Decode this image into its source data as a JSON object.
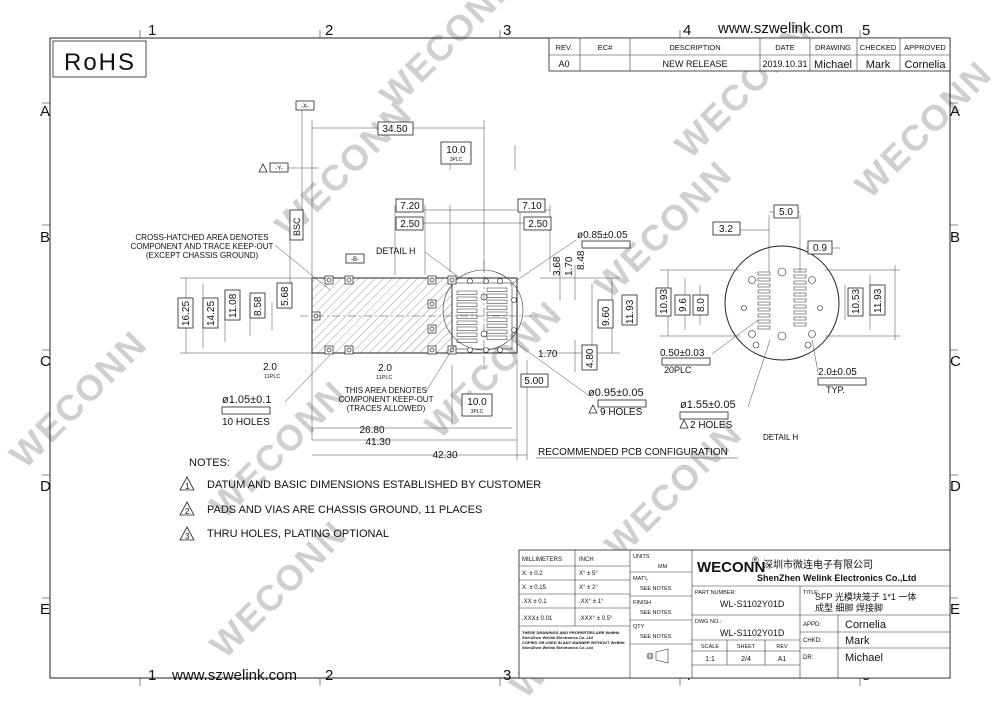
{
  "border": {
    "col_labels": [
      "1",
      "2",
      "3",
      "4",
      "5"
    ],
    "row_labels": [
      "A",
      "B",
      "C",
      "D",
      "E"
    ],
    "website_top": "www.szwelink.com",
    "website_bottom": "www.szwelink.com"
  },
  "rohs": "RoHS",
  "watermark": "WECONN",
  "revision": {
    "headers": [
      "REV.",
      "EC#",
      "DESCRIPTION",
      "DATE",
      "DRAWING",
      "CHECKED",
      "APPROVED"
    ],
    "row": [
      "A0",
      "",
      "NEW RELEASE",
      "2019.10.31",
      "Michael",
      "Mark",
      "Cornelia"
    ]
  },
  "dims": {
    "d3450": "34.50",
    "d100a": "10.0",
    "d100a_sub": "3PLC",
    "bsc": "BSC",
    "d720": "7.20",
    "d250a": "2.50",
    "d710": "7.10",
    "d250b": "2.50",
    "d1625": "16.25",
    "d1425": "14.25",
    "d1108": "11.08",
    "d858": "8.58",
    "d568": "5.68",
    "d368": "3.68",
    "d170a": "1.70",
    "d848": "8.48",
    "d960a": "9.60",
    "d1193a": "11.93",
    "d170b": "1.70",
    "d480": "4.80",
    "d500": "5.00",
    "d20a": "2.0",
    "d20a_sub": "11PLC",
    "d20b": "2.0",
    "d20b_sub": "11PLC",
    "d100b": "10.0",
    "d100b_sub": "3PLC",
    "d2680": "26.80",
    "d4130": "41.30",
    "d4230": "42.30",
    "phi085": "ø0.85±0.05",
    "phi095": "ø0.95±0.05",
    "holes9": "9 HOLES",
    "phi105": "ø1.05±0.1",
    "holes10": "10 HOLES",
    "phi155": "ø1.55±0.05",
    "holes2": "2 HOLES",
    "d32": "3.2",
    "d50": "5.0",
    "d09": "0.9",
    "d1093": "10.93",
    "d96": "9.6",
    "d80": "8.0",
    "d1053": "10.53",
    "d1193b": "11.93",
    "pad": "0.50±0.03",
    "pad_sub": "20PLC",
    "d20c": "2.0±0.05",
    "typ": "TYP.",
    "datum_x": "-X-",
    "datum_y": "-Y-",
    "datum_b": "-B-"
  },
  "labels": {
    "cross1": "CROSS-HATCHED AREA DENOTES",
    "cross2": "COMPONENT AND TRACE KEEP-OUT",
    "cross3": "(EXCEPT CHASSIS GROUND)",
    "detail_h": "DETAIL H",
    "area1": "THIS AREA DENOTES",
    "area2": "COMPONENT KEEP-OUT",
    "area3": "(TRACES ALLOWED)",
    "rec_pcb": "RECOMMENDED PCB CONFIGURATION",
    "detail_h2": "DETAIL H"
  },
  "notes": {
    "title": "NOTES:",
    "items": [
      {
        "num": "1",
        "text": "DATUM AND BASIC DIMENSIONS ESTABLISHED BY CUSTOMER"
      },
      {
        "num": "2",
        "text": "PADS AND VIAS ARE CHASSIS GROUND, 11 PLACES"
      },
      {
        "num": "3",
        "text": "THRU HOLES, PLATING OPTIONAL"
      }
    ]
  },
  "tolerance": {
    "h_mm": "MILLIMETERS",
    "h_inch": "INCH",
    "rows": [
      [
        "X.  ± 0.2",
        "X°  ± 5°"
      ],
      [
        "X.  ± 0.15",
        "X°  ± 2°"
      ],
      [
        ".XX ± 0.1",
        ".XX°  ± 1°"
      ],
      [
        ".XXX± 0.01",
        ".XXX° ± 0.5°"
      ]
    ],
    "disclaimer1": "THESE DRAWINGS AND PROPERTIES ARE WeBHk",
    "disclaimer2": "ShenZhen Welink Electronics Co.,Ltd",
    "disclaimer3": "COPIED OR USED IN ANY MANNER WITHOUT WeBHk",
    "disclaimer4": "ShenZhen Welink Electronics Co.,Ltd"
  },
  "units": {
    "units_l": "UNITS",
    "units_v": "MM",
    "matl_l": "MAT'L",
    "matl_v": "SEE NOTES",
    "finish_l": "FINISH",
    "finish_v": "SEE NOTES",
    "qty_l": "QTY",
    "qty_v": "SEE NOTES"
  },
  "titleblock": {
    "brand": "WECONN",
    "reg": "®",
    "company_cn": "深圳市微连电子有限公司",
    "company_en": "ShenZhen Welink Electronics Co.,Ltd",
    "part_l": "PART NUMBER:",
    "part_v": "WL-S1102Y01D",
    "title_l": "TITLE:",
    "title_1": "SFP 光模块笼子 1*1 一体",
    "title_2": "成型 细脚 焊接脚",
    "dwg_l": "DWG NO.:",
    "dwg_v": "WL-S1102Y01D",
    "appd_l": "APPD:",
    "appd_v": "Cornelia",
    "chkd_l": "CHKD:",
    "chkd_v": "Mark",
    "dr_l": "DR:",
    "dr_v": "Michael",
    "scale_l": "SCALE",
    "scale_v": "1:1",
    "sheet_l": "SHEET",
    "sheet_v": "2/4",
    "rev_l": "REV",
    "rev_v": "A1"
  }
}
